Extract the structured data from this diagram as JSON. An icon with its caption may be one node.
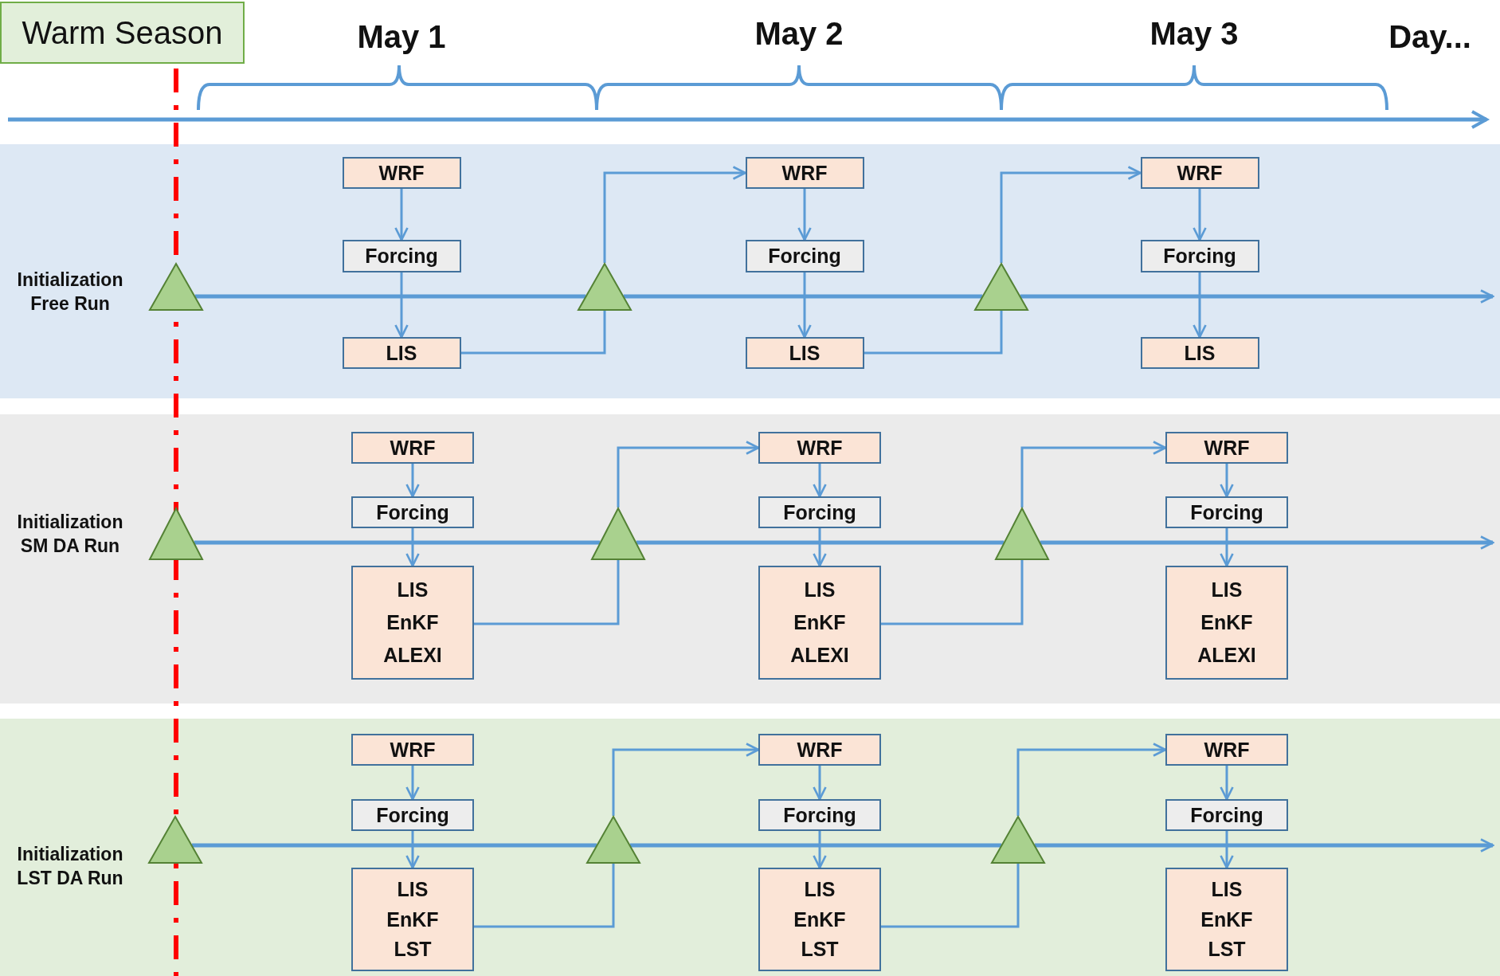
{
  "diagram": {
    "nodes": [
      {
        "text": [
          "Warm Season"
        ]
      },
      {
        "text": [
          "Initialization Free Run"
        ]
      },
      {
        "text": [],
        "shape": "triangle",
        "in": 1
      },
      {
        "text": [
          "WRF"
        ],
        "in": 1
      },
      {
        "text": [
          "Forcing"
        ],
        "in": 1
      },
      {
        "text": [
          "LIS"
        ],
        "in": 1
      },
      {
        "text": [],
        "shape": "triangle",
        "in": 1
      },
      {
        "text": [
          "WRF"
        ],
        "in": 1
      },
      {
        "text": [
          "Forcing"
        ],
        "in": 1
      },
      {
        "text": [
          "LIS"
        ],
        "in": 1
      },
      {
        "text": [],
        "shape": "triangle",
        "in": 1
      },
      {
        "text": [
          "WRF"
        ],
        "in": 1
      },
      {
        "text": [
          "Forcing"
        ],
        "in": 1
      },
      {
        "text": [
          "LIS"
        ],
        "in": 1
      },
      {
        "text": [
          "Initialization SM DA Run"
        ]
      },
      {
        "text": [],
        "shape": "triangle",
        "in": 14
      },
      {
        "text": [
          "WRF"
        ],
        "in": 14
      },
      {
        "text": [
          "Forcing"
        ],
        "in": 14
      },
      {
        "text": [
          "LIS",
          "EnKF",
          "ALEXI"
        ],
        "in": 14
      },
      {
        "text": [],
        "shape": "triangle",
        "in": 14
      },
      {
        "text": [
          "WRF"
        ],
        "in": 14
      },
      {
        "text": [
          "Forcing"
        ],
        "in": 14
      },
      {
        "text": [
          "LIS",
          "EnKF",
          "ALEXI"
        ],
        "in": 14
      },
      {
        "text": [],
        "shape": "triangle",
        "in": 14
      },
      {
        "text": [
          "WRF"
        ],
        "in": 14
      },
      {
        "text": [
          "Forcing"
        ],
        "in": 14
      },
      {
        "text": [
          "LIS",
          "EnKF",
          "ALEXI"
        ],
        "in": 14
      },
      {
        "text": [
          "Initialization LST DA Run"
        ]
      },
      {
        "text": [],
        "shape": "triangle",
        "in": 27
      },
      {
        "text": [
          "WRF"
        ],
        "in": 27
      },
      {
        "text": [
          "Forcing"
        ],
        "in": 27
      },
      {
        "text": [
          "LIS",
          "EnKF",
          "LST"
        ],
        "in": 27
      },
      {
        "text": [],
        "shape": "triangle",
        "in": 27
      },
      {
        "text": [
          "WRF"
        ],
        "in": 27
      },
      {
        "text": [
          "Forcing"
        ],
        "in": 27
      },
      {
        "text": [
          "LIS",
          "EnKF",
          "LST"
        ],
        "in": 27
      },
      {
        "text": [],
        "shape": "triangle",
        "in": 27
      },
      {
        "text": [
          "WRF"
        ],
        "in": 27
      },
      {
        "text": [
          "Forcing"
        ],
        "in": 27
      },
      {
        "text": [
          "LIS",
          "EnKF",
          "LST"
        ],
        "in": 27
      }
    ],
    "edges": [
      {
        "from": 2,
        "to": 6,
        "arrow": "none"
      },
      {
        "from": 6,
        "to": 10,
        "arrow": "none"
      },
      {
        "from": 10,
        "to": null,
        "arrow": "to"
      },
      {
        "from": 3,
        "to": 4,
        "arrow": "to"
      },
      {
        "from": 4,
        "to": 5,
        "arrow": "to"
      },
      {
        "from": 7,
        "to": 8,
        "arrow": "to"
      },
      {
        "from": 8,
        "to": 9,
        "arrow": "to"
      },
      {
        "from": 11,
        "to": 12,
        "arrow": "to"
      },
      {
        "from": 12,
        "to": 13,
        "arrow": "to"
      },
      {
        "from": 5,
        "to": 6,
        "arrow": "none"
      },
      {
        "from": 6,
        "to": 7,
        "arrow": "to"
      },
      {
        "from": 9,
        "to": 10,
        "arrow": "none"
      },
      {
        "from": 10,
        "to": 11,
        "arrow": "to"
      },
      {
        "from": 15,
        "to": 19,
        "arrow": "none"
      },
      {
        "from": 19,
        "to": 23,
        "arrow": "none"
      },
      {
        "from": 23,
        "to": null,
        "arrow": "to"
      },
      {
        "from": 16,
        "to": 17,
        "arrow": "to"
      },
      {
        "from": 17,
        "to": 18,
        "arrow": "to"
      },
      {
        "from": 20,
        "to": 21,
        "arrow": "to"
      },
      {
        "from": 21,
        "to": 22,
        "arrow": "to"
      },
      {
        "from": 24,
        "to": 25,
        "arrow": "to"
      },
      {
        "from": 25,
        "to": 26,
        "arrow": "to"
      },
      {
        "from": 18,
        "to": 19,
        "arrow": "none"
      },
      {
        "from": 19,
        "to": 20,
        "arrow": "to"
      },
      {
        "from": 22,
        "to": 23,
        "arrow": "none"
      },
      {
        "from": 23,
        "to": 24,
        "arrow": "to"
      },
      {
        "from": 28,
        "to": 32,
        "arrow": "none"
      },
      {
        "from": 32,
        "to": 36,
        "arrow": "none"
      },
      {
        "from": 36,
        "to": null,
        "arrow": "to"
      },
      {
        "from": 29,
        "to": 30,
        "arrow": "to"
      },
      {
        "from": 30,
        "to": 31,
        "arrow": "to"
      },
      {
        "from": 33,
        "to": 34,
        "arrow": "to"
      },
      {
        "from": 34,
        "to": 35,
        "arrow": "to"
      },
      {
        "from": 37,
        "to": 38,
        "arrow": "to"
      },
      {
        "from": 38,
        "to": 39,
        "arrow": "to"
      },
      {
        "from": 31,
        "to": 32,
        "arrow": "none"
      },
      {
        "from": 32,
        "to": 33,
        "arrow": "to"
      },
      {
        "from": 35,
        "to": 36,
        "arrow": "none"
      },
      {
        "from": 36,
        "to": 37,
        "arrow": "to"
      }
    ],
    "labels": [
      "May 1",
      "May 2",
      "May 3",
      "Day..."
    ]
  }
}
